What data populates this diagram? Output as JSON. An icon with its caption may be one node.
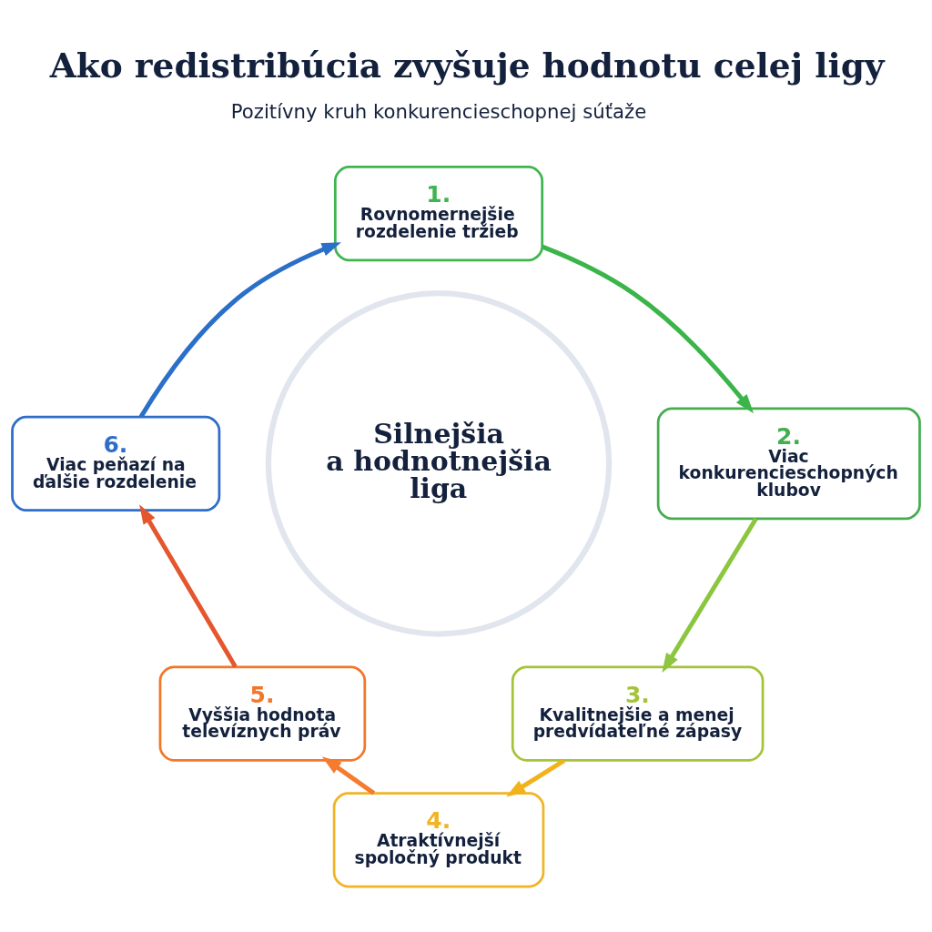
{
  "diagram": {
    "title": "Ako redistribúcia zvyšuje hodnotu celej ligy",
    "nodes": [
      {
        "text": [
          "1.",
          "Rovnomernejšie rozdelenie tržieb"
        ]
      },
      {
        "text": [
          "2.",
          "Viac konkurencieschopných klubov"
        ]
      },
      {
        "text": [
          "3.",
          "Kvalitnejšie a menej predvídateľné zápasy"
        ]
      },
      {
        "text": [
          "4.",
          "Atraktívnejší spoločný produkt"
        ]
      },
      {
        "text": [
          "5.",
          "Vyššia hodnota televíznych práv"
        ]
      },
      {
        "text": [
          "6.",
          "Viac peňazí na ďalšie rozdelenie"
        ]
      },
      {
        "text": [
          "Silnejšia a hodnotnejšia liga"
        ]
      }
    ],
    "edges": [
      {
        "from": 0,
        "to": 1,
        "arrow": "to",
        "color": "#3bb54a"
      },
      {
        "from": 1,
        "to": 2,
        "arrow": "to",
        "color": "#8cc63f"
      },
      {
        "from": 2,
        "to": 3,
        "arrow": "to",
        "color": "#f2b21b"
      },
      {
        "from": 3,
        "to": 4,
        "arrow": "to",
        "color": "#f47b30"
      },
      {
        "from": 4,
        "to": 5,
        "arrow": "to",
        "color": "#e4572e"
      },
      {
        "from": 5,
        "to": 0,
        "arrow": "to",
        "color": "#2a6fc9"
      }
    ],
    "labels": [
      "Pozitívny kruh konkurencieschopnej súťaže"
    ]
  }
}
